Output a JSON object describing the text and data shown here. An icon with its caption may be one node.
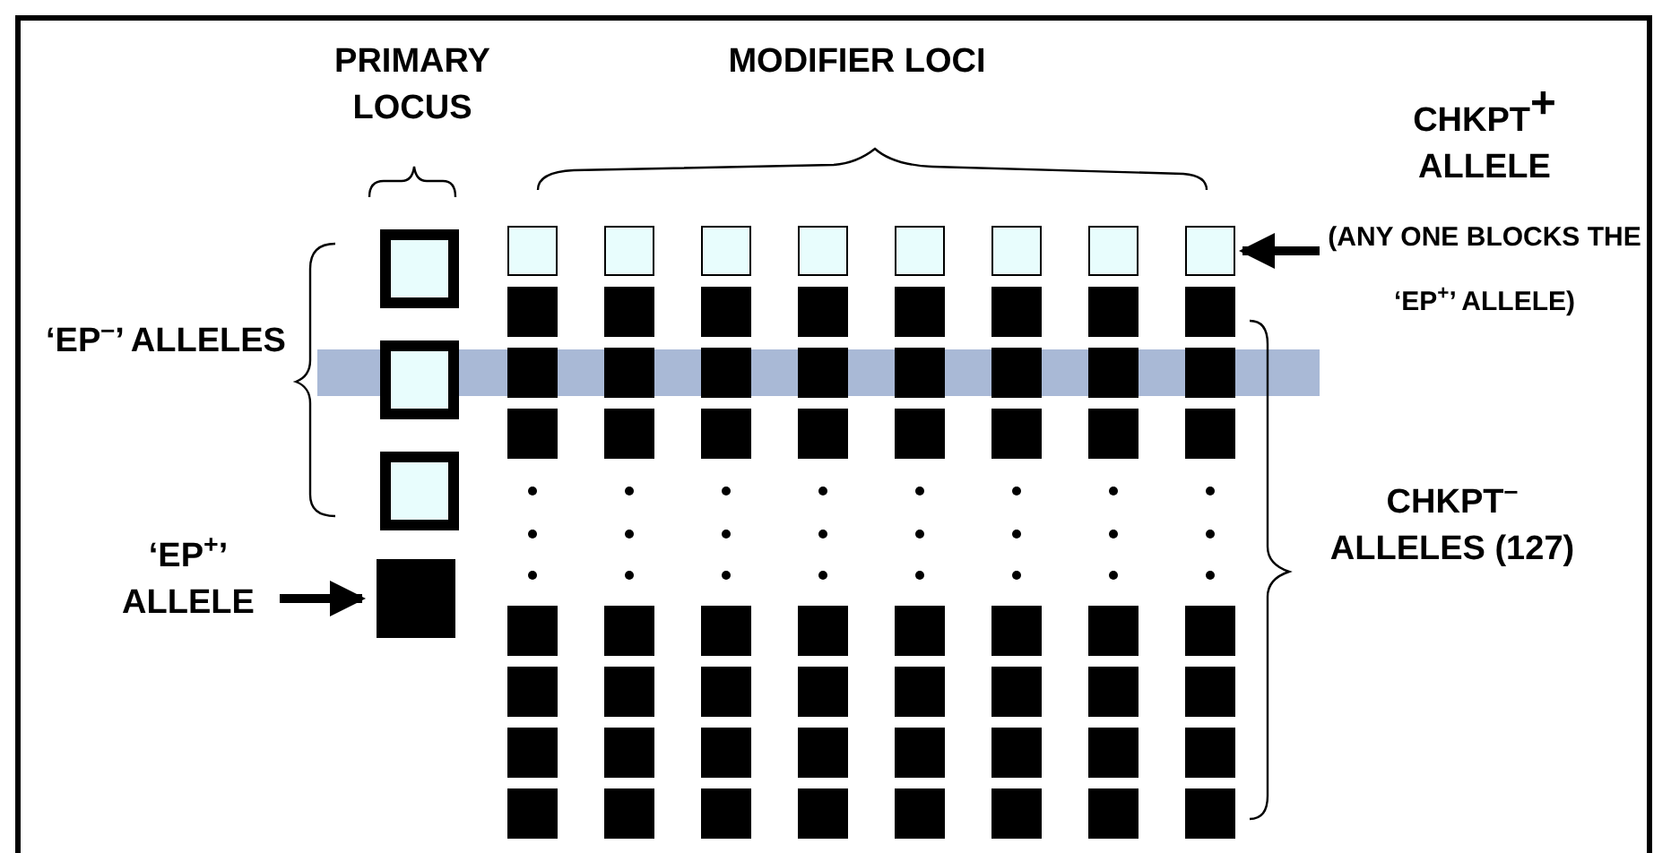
{
  "diagram": {
    "nodes": [
      {
        "text": [
          "‘EP$^{+}$’ ALLELE"
        ]
      },
      {
        "text": [],
        "shape": "box"
      },
      {
        "text": [
          "CHKPT$^{+}$ ALLELE",
          "(ANY ONE BLOCKS THE ‘EP$^{+}$’ ALLELE)"
        ]
      },
      {
        "text": [],
        "shape": "box"
      }
    ],
    "edges": [
      {
        "from": 0,
        "to": 1,
        "arrow": "to"
      },
      {
        "from": 2,
        "to": 3,
        "arrow": "to"
      }
    ],
    "labels": [
      "PRIMARY LOCUS",
      "MODIFIER LOCI",
      "‘EP$^{–}$’ ALLELES",
      "CHKPT$^{–}$ ALLELES (127)"
    ]
  }
}
